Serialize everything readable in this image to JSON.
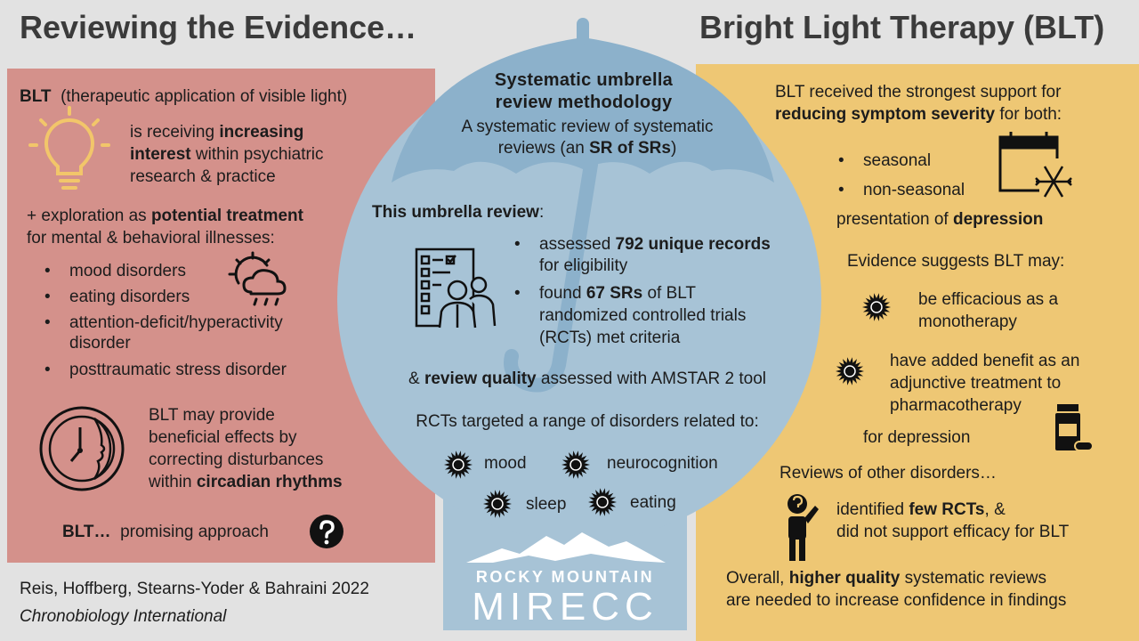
{
  "header": {
    "left_title": "Reviewing the Evidence…",
    "right_title": "Bright Light Therapy (BLT)"
  },
  "left": {
    "line1_bold": "BLT",
    "line1_rest": "(therapeutic application of visible light)",
    "interest_1a": "is receiving ",
    "interest_1b": "increasing",
    "interest_2a": "interest",
    "interest_2b": " within psychiatric",
    "interest_3": "research & practice",
    "explore_1a": "+ exploration as ",
    "explore_1b": "potential treatment",
    "explore_2": "for mental & behavioral illnesses:",
    "disorders": [
      "mood disorders",
      "eating disorders",
      "attention-deficit/hyperactivity",
      "disorder",
      "posttraumatic stress disorder"
    ],
    "circ_1": "BLT may provide",
    "circ_2": "beneficial effects by",
    "circ_3": "correcting disturbances",
    "circ_4a": "within ",
    "circ_4b": "circadian rhythms",
    "promise_bold": "BLT…",
    "promise_rest": "promising approach",
    "bullet": "•"
  },
  "center": {
    "heading_1": "Systematic umbrella",
    "heading_2": "review methodology",
    "sub_1": "A systematic review of systematic",
    "sub_2a": "reviews (an ",
    "sub_2b": "SR of SRs",
    "sub_2c": ")",
    "this_review": "This umbrella review",
    "colon": ":",
    "b1_1a": "assessed ",
    "b1_1b": "792 unique records",
    "b1_2": "for eligibility",
    "b2_1a": "found ",
    "b2_1b": "67 SRs",
    "b2_1c": " of BLT",
    "b2_2": "randomized controlled trials",
    "b2_3": "(RCTs) met criteria",
    "quality_a": "& ",
    "quality_b": "review quality",
    "quality_c": " assessed with AMSTAR 2 tool",
    "rcts": "RCTs targeted a range of disorders related to:",
    "targets": [
      "mood",
      "neurocognition",
      "sleep",
      "eating"
    ],
    "logo_1": "ROCKY MOUNTAIN",
    "logo_2": "MIRECC"
  },
  "right": {
    "s1_1": "BLT received the strongest support for",
    "s1_2": "reducing symptom severity",
    "s1_2b": " for both:",
    "types": [
      "seasonal",
      "non-seasonal"
    ],
    "pres_a": "presentation of ",
    "pres_b": "depression",
    "evidence": "Evidence suggests BLT may:",
    "e1_1": "be efficacious as a",
    "e1_2": "monotherapy",
    "e2_1": "have added benefit as an",
    "e2_2": "adjunctive treatment to",
    "e2_3": "pharmacotherapy",
    "e2_4": "for depression",
    "other": "Reviews of other disorders…",
    "o_1a": "identified ",
    "o_1b": "few RCTs",
    "o_1c": ", &",
    "o_2": "did not support efficacy for BLT",
    "overall_1a": "Overall, ",
    "overall_1b": "higher quality",
    "overall_1c": " systematic reviews",
    "overall_2": "are needed to increase confidence in findings"
  },
  "footer": {
    "authors": "Reis, Hoffberg, Stearns-Yoder & Bahraini 2022",
    "journal": "Chronobiology International"
  },
  "colors": {
    "left_panel": "#d4918b",
    "right_panel": "#eec774",
    "center": "#a7c3d6",
    "umbrella": "#8cb1cb",
    "background": "#e2e2e2"
  }
}
